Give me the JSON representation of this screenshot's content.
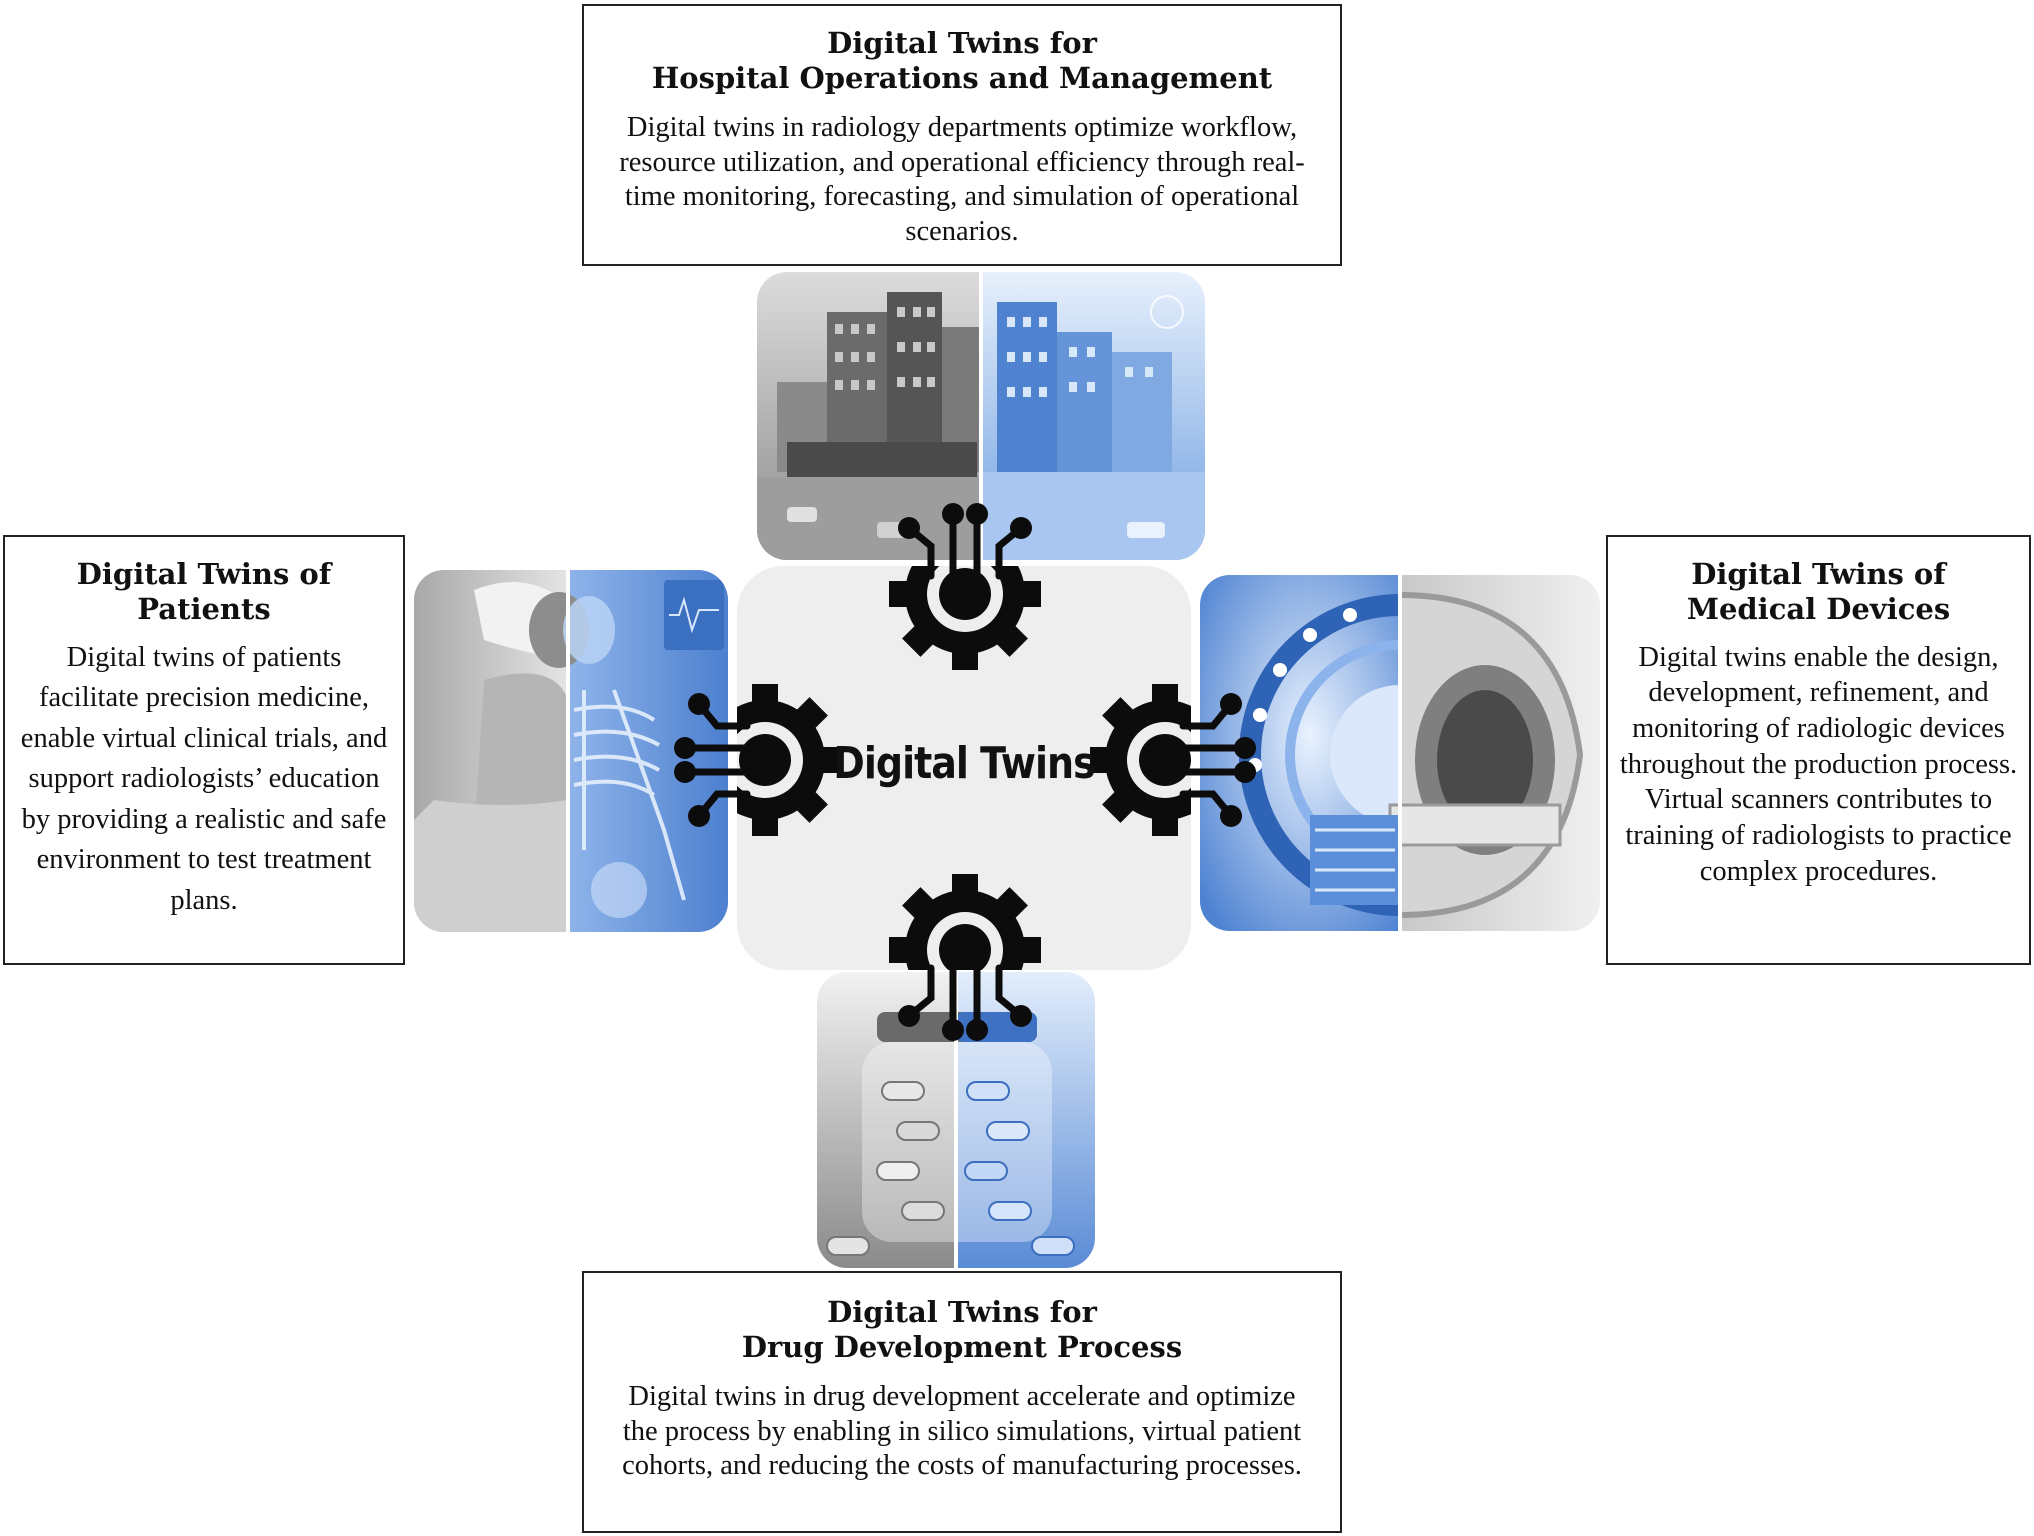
{
  "center": {
    "label": "Digital Twins"
  },
  "hospital": {
    "title_line1": "Digital Twins for",
    "title_line2": "Hospital Operations and Management",
    "body": "Digital twins in radiology departments optimize workflow, resource utilization, and operational efficiency through real-time monitoring, forecasting, and simulation of operational scenarios."
  },
  "patients": {
    "title_line1": "Digital Twins of",
    "title_line2": "Patients",
    "body": "Digital twins of patients facilitate precision medicine, enable virtual clinical trials, and support radiologists’ education by providing a realistic and safe environment to test treatment plans."
  },
  "devices": {
    "title_line1": "Digital Twins of",
    "title_line2": "Medical Devices",
    "body": "Digital twins enable the design, development, refinement, and monitoring of radiologic devices throughout the production process. Virtual scanners contributes to training of radiologists to practice complex procedures."
  },
  "drug": {
    "title_line1": "Digital Twins for",
    "title_line2": "Drug Development Process",
    "body": "Digital twins in drug development accelerate and optimize the process by enabling in silico simulations, virtual patient cohorts, and reducing the costs of manufacturing processes."
  },
  "icons": {
    "gear": "gear-circuit-icon",
    "hospital_image": "hospital-building-image",
    "patient_image": "patient-xray-image",
    "device_image": "mri-scanner-image",
    "drug_image": "pill-bottle-image"
  },
  "colors": {
    "accent_blue": "#6f9fe0",
    "gray": "#9a9a9a",
    "gear": "#0c0c0c"
  }
}
